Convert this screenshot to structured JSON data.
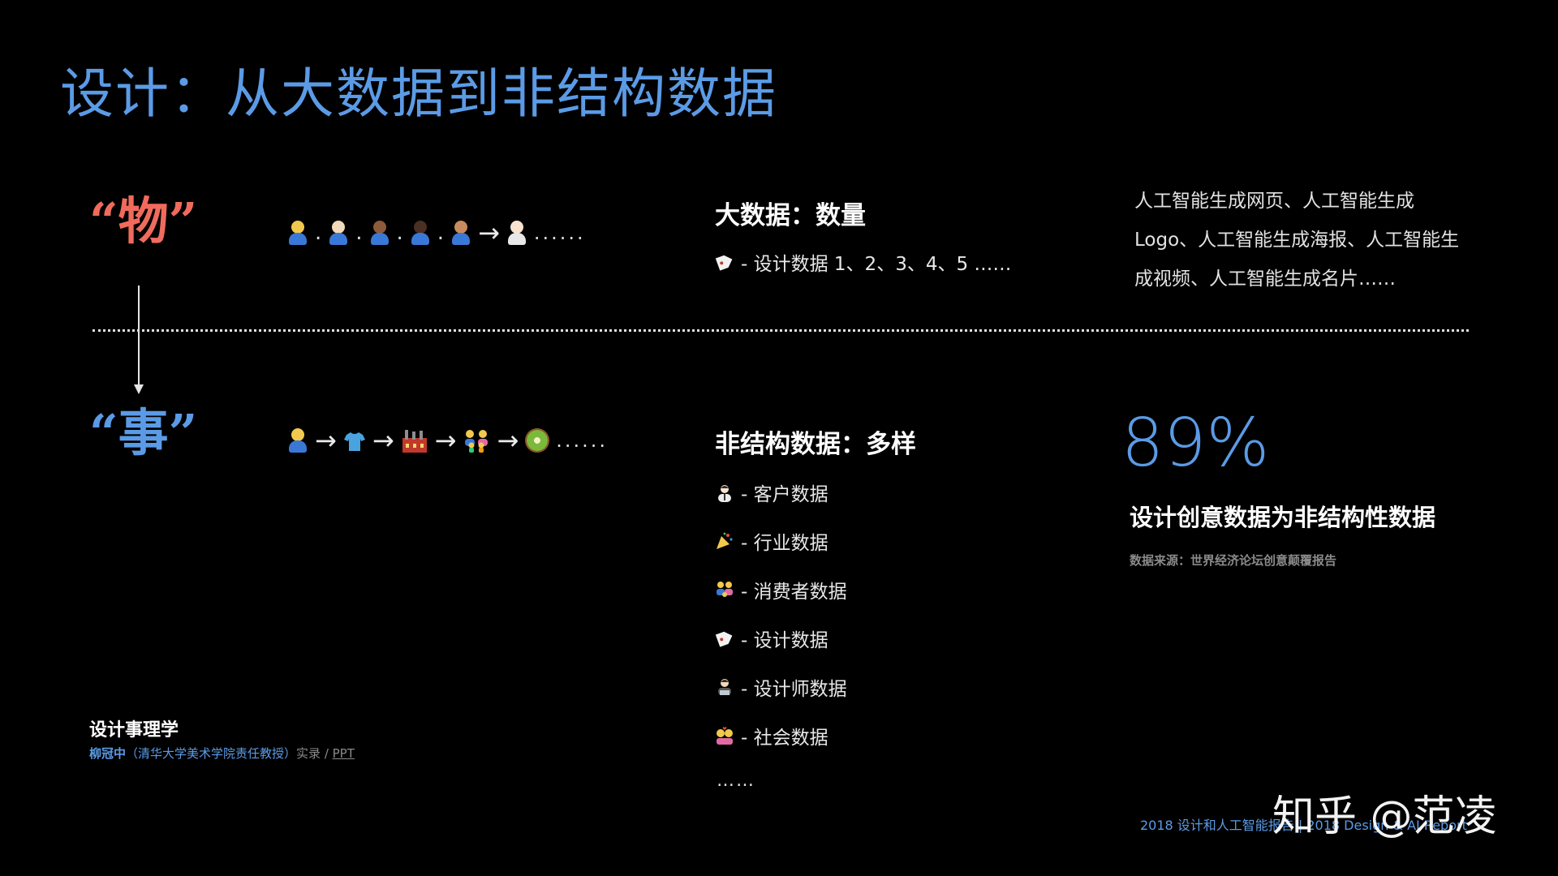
{
  "title": "设计：从大数据到非结构数据",
  "labels": {
    "wu": "“物”",
    "shi": "“事”"
  },
  "chain_top": {
    "dot": ".",
    "arrow": "→",
    "ellipsis": "......",
    "icons": [
      "person-tipping-hand-icon",
      "person-tipping-hand-icon",
      "person-tipping-hand-icon",
      "person-tipping-hand-icon",
      "person-tipping-hand-icon",
      "person-tipping-hand-icon"
    ]
  },
  "chain_bottom": {
    "arrow": "→",
    "ellipsis": "......",
    "icons": [
      "person-tipping-hand-icon",
      "t-shirt-icon",
      "factory-icon",
      "family-icon",
      "kiwi-icon"
    ]
  },
  "big_data": {
    "heading": "大数据：数量",
    "item": "- 设计数据 1、2、3、4、5 ……",
    "item_icon": "label-tag-icon"
  },
  "unstructured": {
    "heading": "非结构数据：多样",
    "items": [
      {
        "icon": "office-worker-icon",
        "text": "- 客户数据"
      },
      {
        "icon": "party-popper-icon",
        "text": "- 行业数据"
      },
      {
        "icon": "family-icon",
        "text": "- 消费者数据"
      },
      {
        "icon": "label-tag-icon",
        "text": "- 设计数据"
      },
      {
        "icon": "technologist-icon",
        "text": "- 设计师数据"
      },
      {
        "icon": "couple-kiss-icon",
        "text": "- 社会数据"
      }
    ],
    "ellipsis": "……"
  },
  "right": {
    "paragraph": "人工智能生成网页、人工智能生成Logo、人工智能生成海报、人工智能生成视频、人工智能生成名片……",
    "percent": "89%",
    "caption": "设计创意数据为非结构性数据",
    "source": "数据来源：世界经济论坛创意颠覆报告"
  },
  "credit": {
    "title": "设计事理学",
    "name": "柳冠中",
    "role": "（清华大学美术学院责任教授）",
    "record": "实录",
    "sep": " / ",
    "ppt": "PPT"
  },
  "footer": "2018 设计和人工智能报告 | 2018 Design & AI Report",
  "watermark": "知乎 @范凌",
  "colors": {
    "background": "#000000",
    "accent_blue": "#5b9be6",
    "accent_red": "#f06b5c",
    "muted": "#8a8a8a"
  }
}
